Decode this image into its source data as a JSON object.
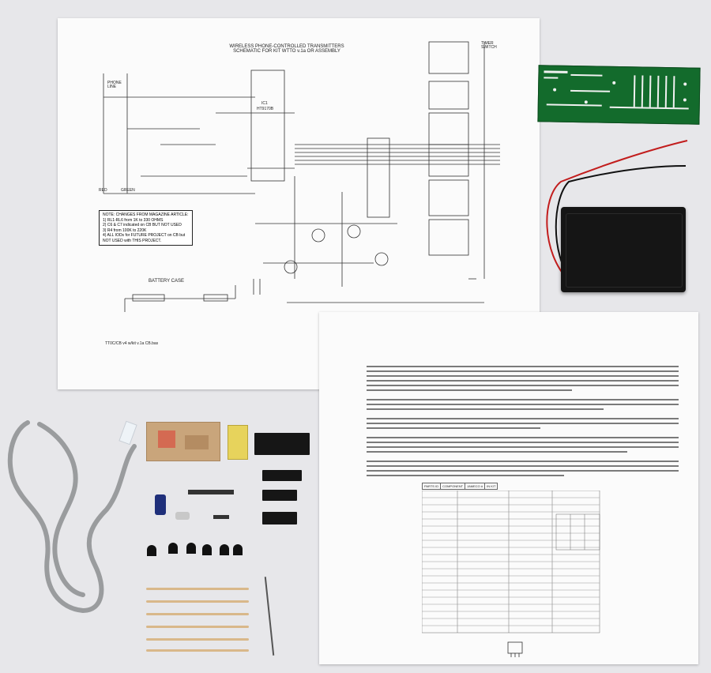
{
  "schematic": {
    "title_line1": "WIRELESS PHONE-CONTROLLED TRANSMITTERS",
    "title_line2": "SCHEMATIC FOR KIT WTTO v.1a OR ASSEMBLY",
    "phone_label": "PHONE LINE",
    "red_label": "RED",
    "green_label": "GREEN",
    "ic_label": "IC1",
    "ic_part": "HT9170B",
    "timer_label": "TIMER SWITCH",
    "notes": [
      "NOTE: CHANGES FROM MAGAZINE ARTICLE:",
      "1) RL1-RL6 from 1K to 330 OHMS",
      "2) C6 & C7 indicated on CB BUT NOT USED",
      "3) R4 from 100K to 220K",
      "4) ALL IODs for FUTURE PROJECT on CB but",
      "   NOT USED with THIS PROJECT."
    ],
    "battery_label": "BATTERY CASE",
    "footer": "TT0C/CB v4 w/kit v.1a CB.bas"
  },
  "instructions": {
    "bom_headers": [
      "PARTS ID",
      "COMPONENT",
      "JAMECO #",
      "IN KIT"
    ]
  },
  "colors": {
    "background": "#e7e7ea",
    "paper": "#fbfbfb",
    "pcb_green": "#136b2c",
    "phone_cord": "#9a9c9e",
    "battery_box": "#151515",
    "wire_red": "#c21d1d"
  }
}
